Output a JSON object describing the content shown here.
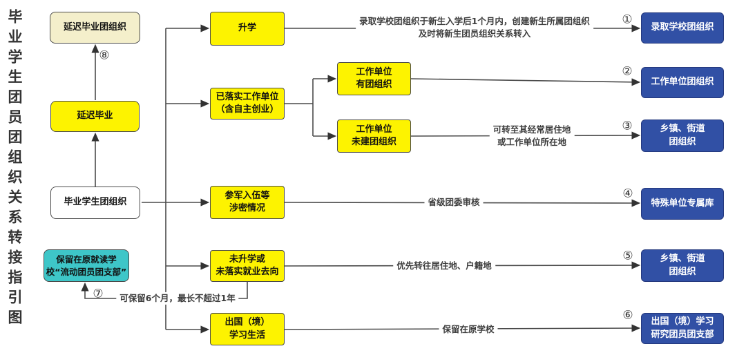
{
  "title": "毕业学生团员团组织关系转接指引图",
  "boxes": {
    "delayed_org": "延迟毕业团组织",
    "delayed": "延迟毕业",
    "graduate_org": "毕业学生团组织",
    "retain_school": "保留在原就读学\n校“流动团员团支部”",
    "further_study": "升学",
    "employed": "已落实工作单位\n（含自主创业）",
    "work_has_org": "工作单位\n有团组织",
    "work_no_org": "工作单位\n未建团组织",
    "military": "参军入伍等\n涉密情况",
    "no_study_no_job": "未升学或\n未落实就业去向",
    "abroad": "出国（境）\n学习生活",
    "dest_school": "录取学校团组织",
    "dest_work": "工作单位团组织",
    "dest_town1": "乡镇、街道\n团组织",
    "dest_special": "特殊单位专属库",
    "dest_town2": "乡镇、街道\n团组织",
    "dest_abroad": "出国（境）学习\n研究团员团支部"
  },
  "annotations": {
    "enroll": "录取学校团组织于新生入学后1个月内，创建新生所属团组织\n及时将新生团员组织关系转入",
    "transfer_residence": "可转至其经常居住地\n或工作单位所在地",
    "provincial_review": "省级团委审核",
    "priority_residence": "优先转往居住地、户籍地",
    "keep_school": "保留在原学校",
    "keep_6months": "可保留6个月，最长不超过1年"
  },
  "markers": {
    "m1": "①",
    "m2": "②",
    "m3": "③",
    "m4": "④",
    "m5": "⑤",
    "m6": "⑥",
    "m7": "⑦",
    "m8": "⑧"
  },
  "colors": {
    "node_yellow": "#FDF300",
    "node_blue": "#3150A5",
    "node_beige": "#F4EFCB",
    "node_teal": "#3EC6C8",
    "line": "#4a4a4a"
  }
}
